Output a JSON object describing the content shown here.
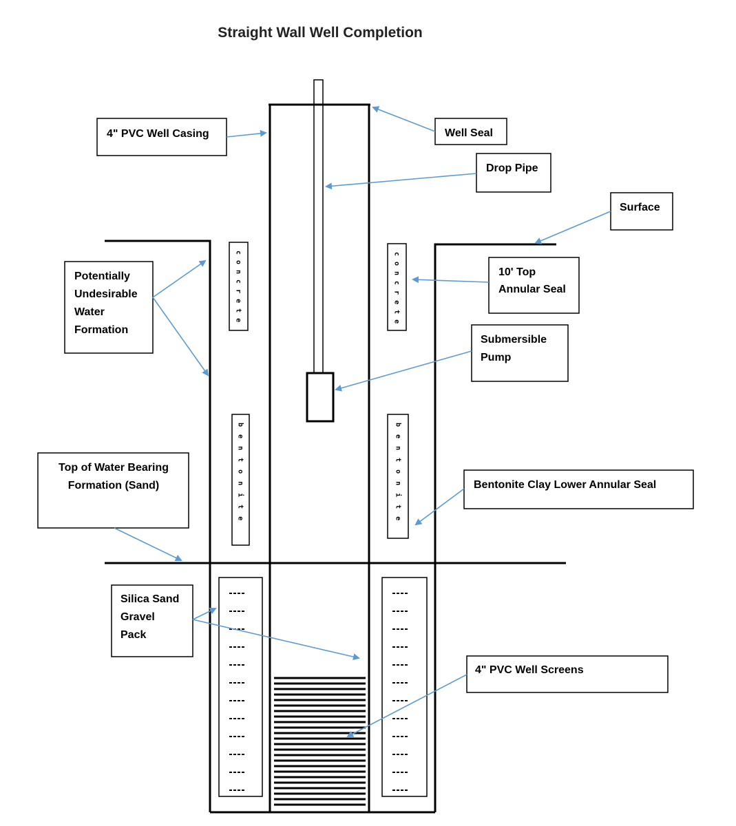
{
  "title": "Straight Wall Well Completion",
  "labels": {
    "casing": "4\" PVC Well Casing",
    "well_seal": "Well Seal",
    "drop_pipe": "Drop Pipe",
    "surface": "Surface",
    "undesirable": [
      "Potentially",
      "Undesirable",
      "Water",
      "Formation"
    ],
    "top_seal": [
      "10' Top",
      "Annular Seal"
    ],
    "pump": [
      "Submersible",
      "Pump"
    ],
    "water_bearing": [
      "Top of Water Bearing",
      "Formation (Sand)"
    ],
    "bentonite_seal": "Bentonite Clay Lower Annular Seal",
    "gravel": [
      "Silica Sand",
      "Gravel",
      "Pack"
    ],
    "screens": "4\" PVC Well Screens"
  },
  "columns": {
    "concrete": "concrete",
    "bentonite": "bentonite"
  },
  "colors": {
    "arrow": "#5b9bd5",
    "line": "#000000"
  }
}
